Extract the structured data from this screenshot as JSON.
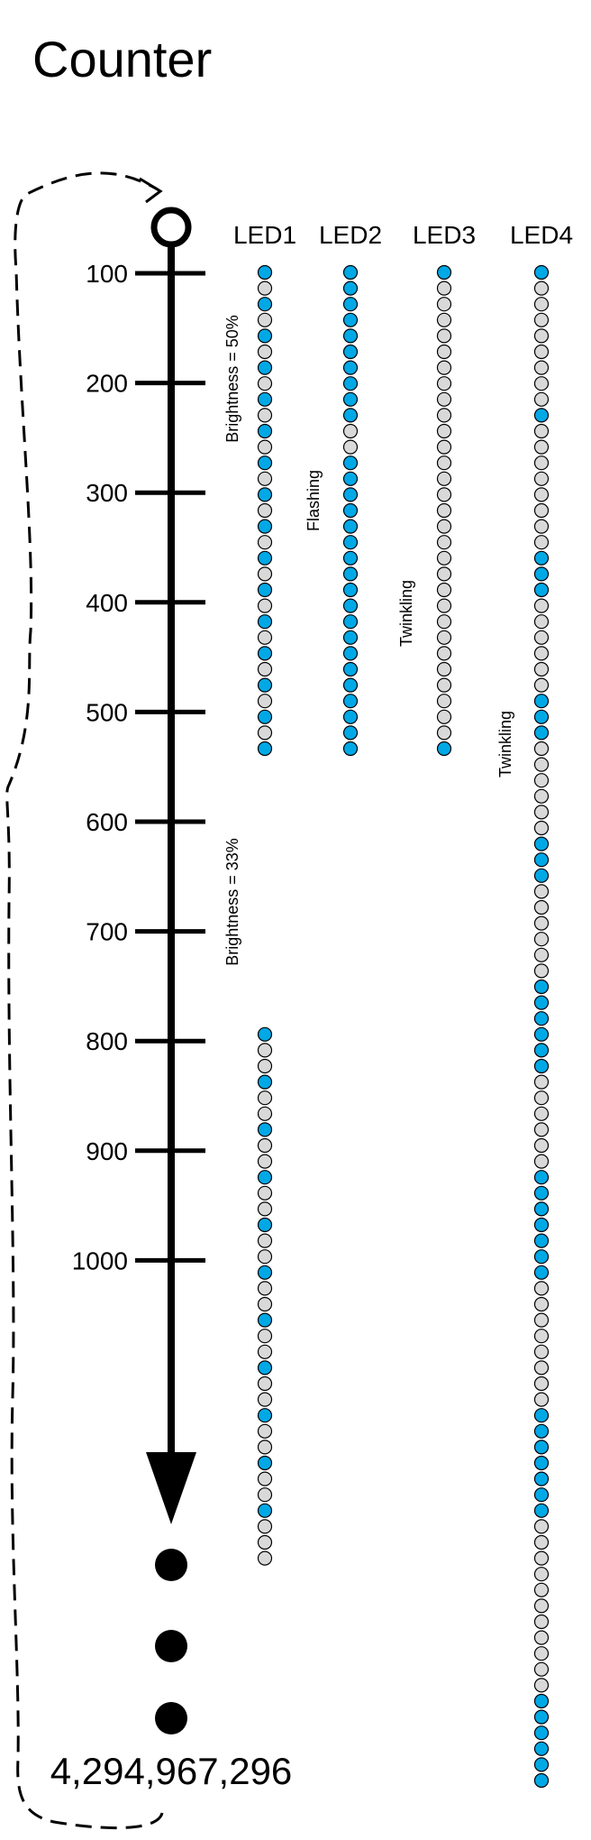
{
  "title": "Counter",
  "counter": {
    "ticks": [
      "100",
      "200",
      "300",
      "400",
      "500",
      "600",
      "700",
      "800",
      "900",
      "1000"
    ],
    "tick_values": [
      100,
      200,
      300,
      400,
      500,
      600,
      700,
      800,
      900,
      1000
    ],
    "end_value": "4,294,967,296"
  },
  "leds": [
    {
      "label": "LED1",
      "segments": [
        {
          "annotation": "Brightness = 50%",
          "pattern": "1010101010101010101010101010101"
        },
        {
          "annotation": "Brightness = 33%",
          "pattern": "1001001001001001001001001001001000"
        }
      ]
    },
    {
      "label": "LED2",
      "segments": [
        {
          "annotation": "Flashing",
          "pattern": "1111111111001111111111111111111"
        }
      ]
    },
    {
      "label": "LED3",
      "segments": [
        {
          "annotation": "Twinkling",
          "pattern": "1000000000000000000000000000001"
        }
      ]
    },
    {
      "label": "LED4",
      "segments": [
        {
          "annotation": "Twinkling",
          "pattern": "100000000100000000111000000111000000111000000111111000000111111100000000111111100000000000111111"
        }
      ]
    }
  ],
  "colors": {
    "on": "#00a8e6",
    "off": "#d9d9d9",
    "stroke": "#000000"
  }
}
